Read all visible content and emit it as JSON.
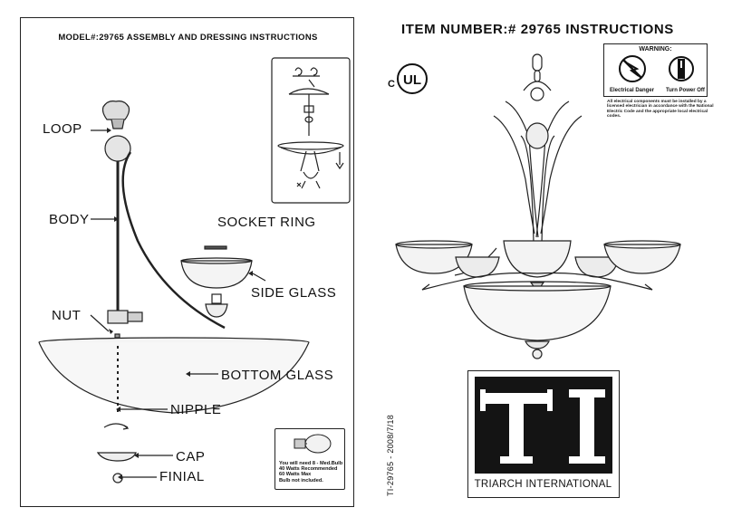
{
  "left": {
    "title": "MODEL#:29765 ASSEMBLY AND DRESSING INSTRUCTIONS",
    "labels": {
      "loop": "LOOP",
      "body": "BODY",
      "socket_ring": "SOCKET RING",
      "side_glass": "SIDE GLASS",
      "nut": "NUT",
      "bottom_glass": "BOTTOM GLASS",
      "nipple": "NIPPLE",
      "cap": "CAP",
      "finial": "FINIAL"
    },
    "bulb_note": [
      "You will need 8 - Med.Bulb",
      "40 Watts Recommended",
      "60 Watts Max",
      "Bulb not included."
    ]
  },
  "right": {
    "title": "ITEM NUMBER:# 29765  INSTRUCTIONS",
    "ul_mark": "C",
    "warning": {
      "heading": "WARNING:",
      "left_caption": "Electrical Danger",
      "right_caption": "Turn Power Off",
      "note": "All electrical components must be installed by a licensed electrician in accordance with the National Electric Code and the appropriate local electrical codes."
    },
    "doc_code": "TI-29765 - 2008/7/18",
    "logo": {
      "letters": "TI",
      "company": "TRIARCH INTERNATIONAL"
    }
  }
}
